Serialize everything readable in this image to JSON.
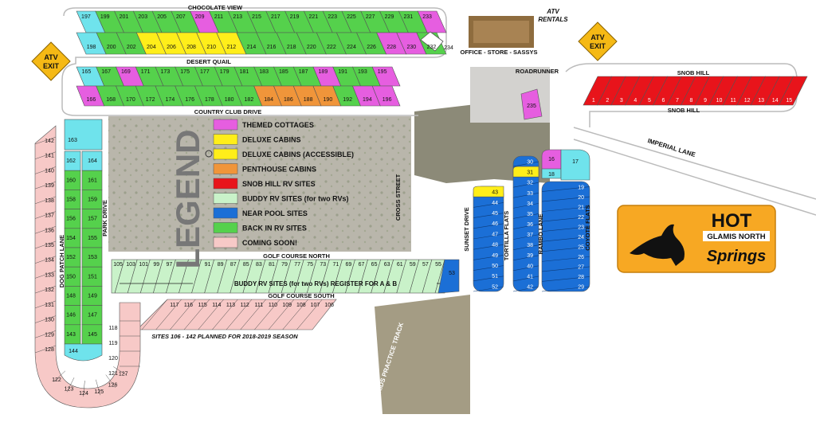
{
  "roads": {
    "chocolate_view": "CHOCOLATE VIEW",
    "desert_quail": "DESERT QUAIL",
    "country_club": "COUNTRY CLUB DRIVE",
    "golf_north": "GOLF COURSE NORTH",
    "golf_south": "GOLF COURSE SOUTH",
    "snob_hill_top": "SNOB HILL",
    "snob_hill_bottom": "SNOB HILL",
    "imperial": "IMPERIAL LANE",
    "roadrunner": "ROADRUNNER",
    "cross_street": "CROSS STREET",
    "sunset": "SUNSET DRIVE",
    "tortilla": "TORTILLA FLATS",
    "rambo": "RAMBO LANE",
    "coyote": "COYOTE FLATS",
    "park": "PARK DRIVE",
    "dog_patch": "DOG PATCH LANE",
    "kids_track": "KIDS PRACTICE TRACK"
  },
  "signs": {
    "atv_exit_left": [
      "ATV",
      "EXIT"
    ],
    "atv_exit_right": [
      "ATV",
      "EXIT"
    ],
    "atv_rentals": [
      "ATV",
      "RENTALS"
    ],
    "office": "OFFICE - STORE - SASSYS"
  },
  "legend": {
    "title": "LEGEND",
    "items": [
      {
        "label": "THEMED COTTAGES",
        "color": "#e65ee0"
      },
      {
        "label": "DELUXE CABINS",
        "color": "#ffee1a"
      },
      {
        "label": "DELUXE CABINS (ACCESSIBLE)",
        "color": "#ffee1a",
        "icon": "wheelchair-icon"
      },
      {
        "label": "PENTHOUSE CABINS",
        "color": "#f0953a"
      },
      {
        "label": "SNOB HILL RV SITES",
        "color": "#e8141b"
      },
      {
        "label": "BUDDY RV SITES (for two RVs)",
        "color": "#c9f2c9"
      },
      {
        "label": "NEAR POOL SITES",
        "color": "#1b6fd6"
      },
      {
        "label": "BACK IN RV SITES",
        "color": "#55d14c"
      },
      {
        "label": "COMING SOON!",
        "color": "#f7c9c7"
      }
    ]
  },
  "notes": {
    "buddy": "BUDDY RV SITES (for two RVs) REGISTER FOR A & B",
    "planned": "SITES 106 - 142 PLANNED FOR 2018-2019 SEASON"
  },
  "logo": {
    "hot": "HOT",
    "glamis": "GLAMIS NORTH",
    "springs": "Springs"
  },
  "sites": {
    "chocolate_top": [
      "197",
      "199",
      "201",
      "203",
      "205",
      "207",
      "209",
      "211",
      "213",
      "215",
      "217",
      "219",
      "221",
      "223",
      "225",
      "227",
      "229",
      "231",
      "233"
    ],
    "chocolate_top_colors": [
      "cyan",
      "green",
      "green",
      "green",
      "green",
      "green",
      "pink",
      "green",
      "green",
      "green",
      "green",
      "green",
      "green",
      "green",
      "green",
      "green",
      "green",
      "green",
      "pink"
    ],
    "chocolate_bottom": [
      "198",
      "200",
      "202",
      "204",
      "206",
      "208",
      "210",
      "212",
      "214",
      "216",
      "218",
      "220",
      "222",
      "224",
      "226",
      "228",
      "230",
      "232"
    ],
    "chocolate_bottom_colors": [
      "cyan",
      "green",
      "green",
      "yellow",
      "yellow",
      "yellow",
      "yellow",
      "yellow",
      "green",
      "green",
      "green",
      "green",
      "green",
      "green",
      "green",
      "pink",
      "pink",
      "green"
    ],
    "site_234": "234",
    "quail_top": [
      "165",
      "167",
      "169",
      "171",
      "173",
      "175",
      "177",
      "179",
      "181",
      "183",
      "185",
      "187",
      "189",
      "191",
      "193",
      "195"
    ],
    "quail_top_colors": [
      "cyan",
      "green",
      "pink",
      "green",
      "green",
      "green",
      "green",
      "green",
      "green",
      "green",
      "green",
      "green",
      "pink",
      "green",
      "green",
      "pink"
    ],
    "quail_bottom": [
      "166",
      "168",
      "170",
      "172",
      "174",
      "176",
      "178",
      "180",
      "182",
      "184",
      "186",
      "188",
      "190",
      "192",
      "194",
      "196"
    ],
    "quail_bottom_colors": [
      "pink",
      "green",
      "green",
      "green",
      "green",
      "green",
      "green",
      "green",
      "green",
      "orange",
      "orange",
      "orange",
      "orange",
      "green",
      "pink",
      "pink"
    ],
    "snob": [
      "1",
      "2",
      "3",
      "4",
      "5",
      "6",
      "7",
      "8",
      "9",
      "10",
      "11",
      "12",
      "13",
      "14",
      "15"
    ],
    "site_235": "235",
    "buddy": [
      "105",
      "103",
      "101",
      "99",
      "97",
      "95",
      "93",
      "91",
      "89",
      "87",
      "85",
      "83",
      "81",
      "79",
      "77",
      "75",
      "73",
      "71",
      "69",
      "67",
      "65",
      "63",
      "61",
      "59",
      "57",
      "55"
    ],
    "site_53": "53",
    "south": [
      "117",
      "116",
      "115",
      "114",
      "113",
      "112",
      "111",
      "110",
      "109",
      "108",
      "107",
      "106"
    ],
    "park_left": [
      "163",
      "162",
      "160",
      "158",
      "156",
      "154",
      "152",
      "150",
      "148",
      "146",
      "143"
    ],
    "park_left_colors": [
      "cyan",
      "cyan",
      "green",
      "green",
      "green",
      "green",
      "green",
      "green",
      "green",
      "green",
      "green"
    ],
    "park_right": [
      "164",
      "161",
      "159",
      "157",
      "155",
      "153",
      "151",
      "149",
      "147",
      "145"
    ],
    "park_right_colors": [
      "cyan",
      "green",
      "green",
      "green",
      "green",
      "green",
      "green",
      "green",
      "green",
      "green"
    ],
    "site_144": "144",
    "dog_patch": [
      "142",
      "141",
      "140",
      "139",
      "138",
      "137",
      "136",
      "135",
      "134",
      "133",
      "132",
      "131",
      "130",
      "129",
      "128"
    ],
    "curve": [
      "127",
      "126",
      "125",
      "124",
      "123",
      "122",
      "121",
      "120",
      "119",
      "118"
    ],
    "sunset": [
      "43",
      "44",
      "45",
      "46",
      "47",
      "48",
      "49",
      "50",
      "51",
      "52"
    ],
    "tortilla": [
      "30",
      "31",
      "32",
      "33",
      "34",
      "35",
      "36",
      "37",
      "38",
      "39",
      "40",
      "41",
      "42"
    ],
    "coyote_top": [
      "16",
      "18",
      "17"
    ],
    "coyote": [
      "19",
      "20",
      "21",
      "22",
      "23",
      "24",
      "25",
      "26",
      "27",
      "28",
      "29"
    ]
  }
}
